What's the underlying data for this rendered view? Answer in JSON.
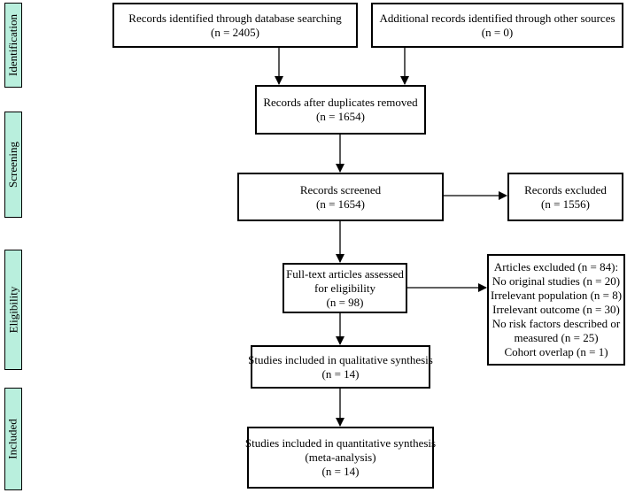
{
  "stages": {
    "identification": "Identification",
    "screening": "Screening",
    "eligibility": "Eligibility",
    "included": "Included"
  },
  "boxes": {
    "db_search": [
      "Records identified through database searching",
      "(n = 2405)"
    ],
    "other_sources": [
      "Additional records identified through other sources",
      "(n = 0)"
    ],
    "duplicates_removed": [
      "Records after duplicates removed",
      "(n = 1654)"
    ],
    "screened": [
      "Records screened",
      "(n = 1654)"
    ],
    "excluded": [
      "Records excluded",
      "(n = 1556)"
    ],
    "fulltext": [
      "Full-text articles assessed",
      "for eligibility",
      "(n = 98)"
    ],
    "articles_excluded": [
      "Articles excluded (n = 84):",
      "No original studies (n = 20)",
      "Irrelevant population (n = 8)",
      "Irrelevant outcome (n = 30)",
      "No risk factors described or",
      "measured (n = 25)",
      "Cohort overlap (n = 1)"
    ],
    "qualitative": [
      "Studies included in qualitative synthesis",
      "(n = 14)"
    ],
    "quantitative": [
      "Studies included in quantitative synthesis",
      "(meta-analysis)",
      "(n = 14)"
    ]
  }
}
